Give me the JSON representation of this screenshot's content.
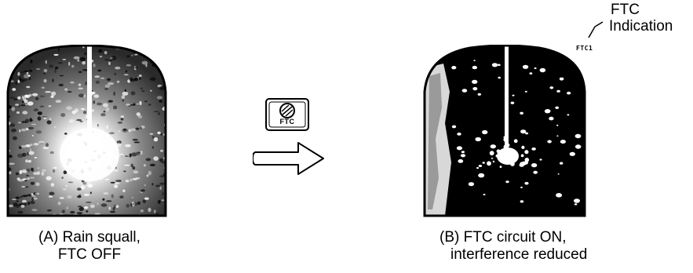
{
  "panel_a": {
    "caption_line1": "(A) Rain squall,",
    "caption_line2": "FTC OFF"
  },
  "panel_b": {
    "caption_line1": "(B) FTC circuit ON,",
    "caption_line2": "interference reduced"
  },
  "ftc_key": {
    "label": "FTC",
    "icon": "ftc-key-icon"
  },
  "indication": {
    "label_line1": "FTC",
    "label_line2": "Indication",
    "code": "FTC1"
  },
  "arrow": {
    "icon": "right-arrow-icon"
  }
}
